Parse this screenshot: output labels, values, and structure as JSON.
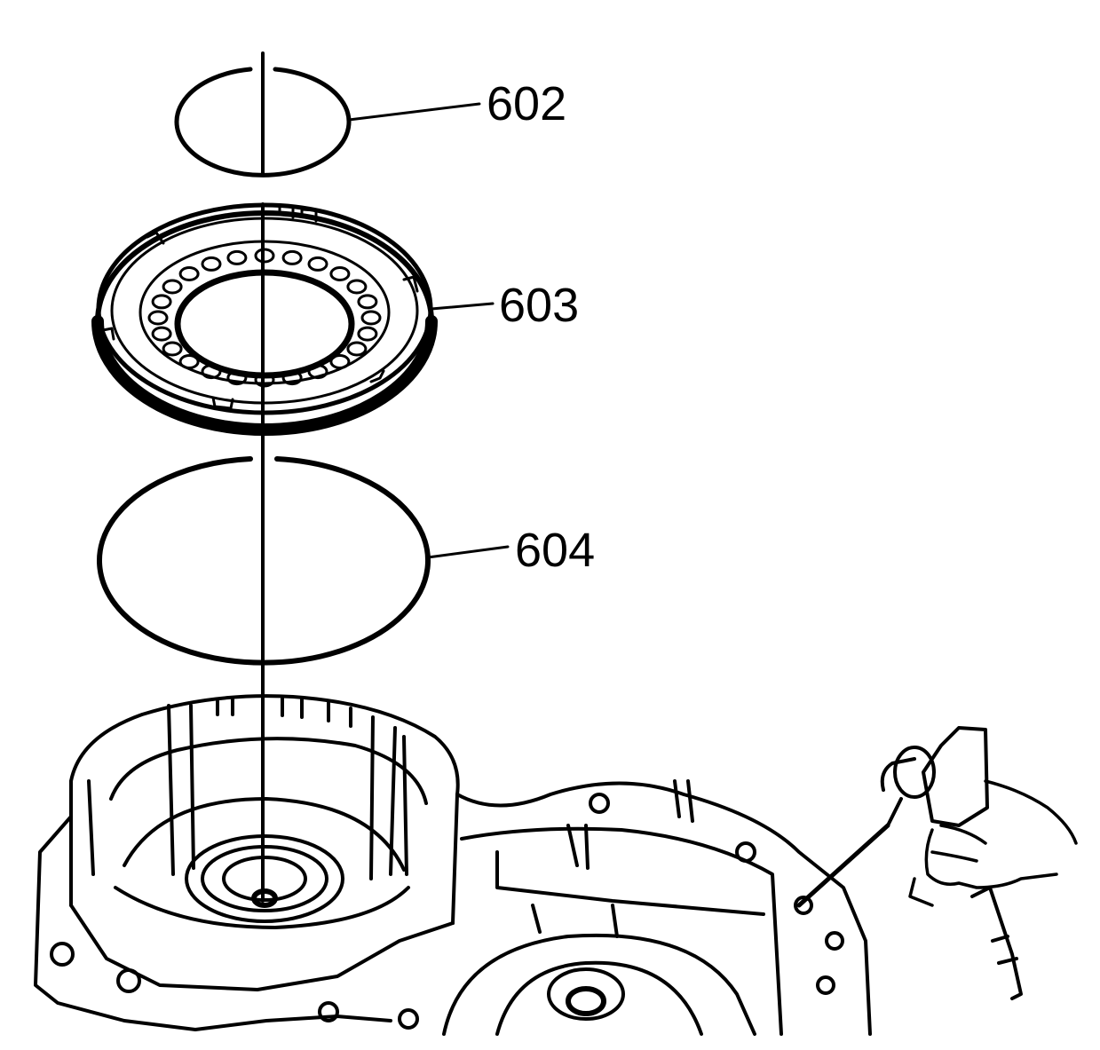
{
  "diagram": {
    "callouts": [
      {
        "id": "602",
        "label": "602"
      },
      {
        "id": "603",
        "label": "603"
      },
      {
        "id": "604",
        "label": "604"
      }
    ],
    "colors": {
      "line": "#000000",
      "background": "#ffffff"
    }
  }
}
